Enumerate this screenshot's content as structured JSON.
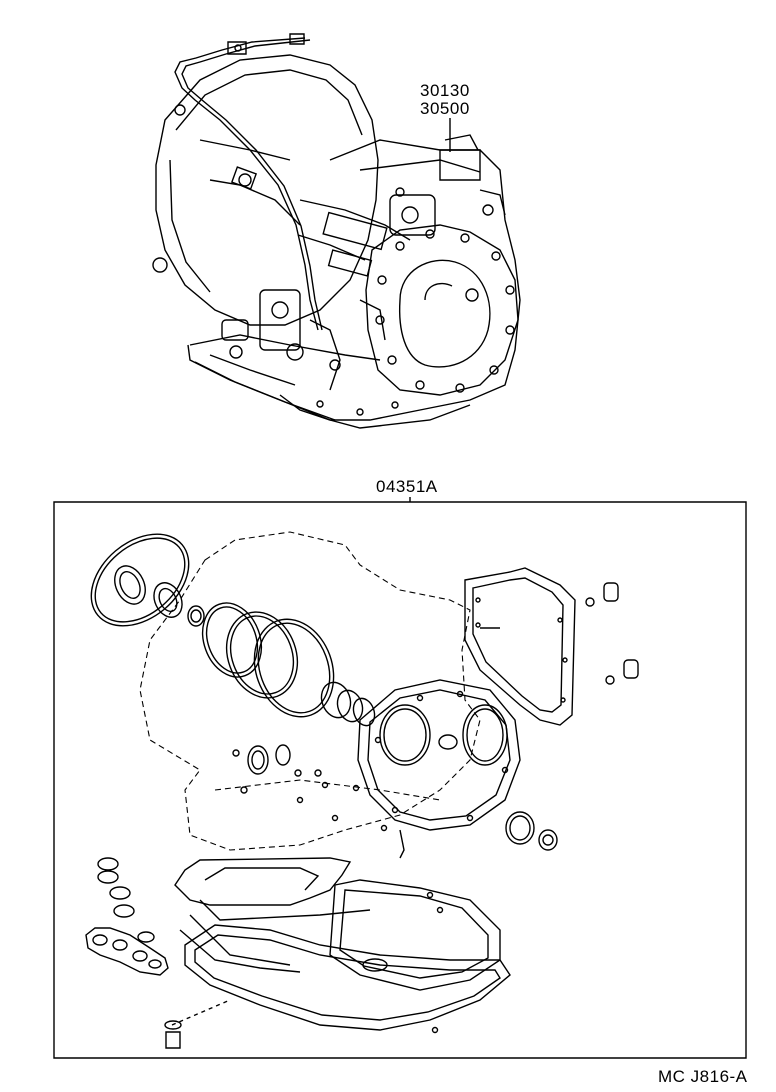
{
  "callouts": {
    "part_number_1": "30130",
    "part_number_2": "30500",
    "kit_number": "04351A"
  },
  "footer": {
    "figure_code": "MC J816-A"
  }
}
